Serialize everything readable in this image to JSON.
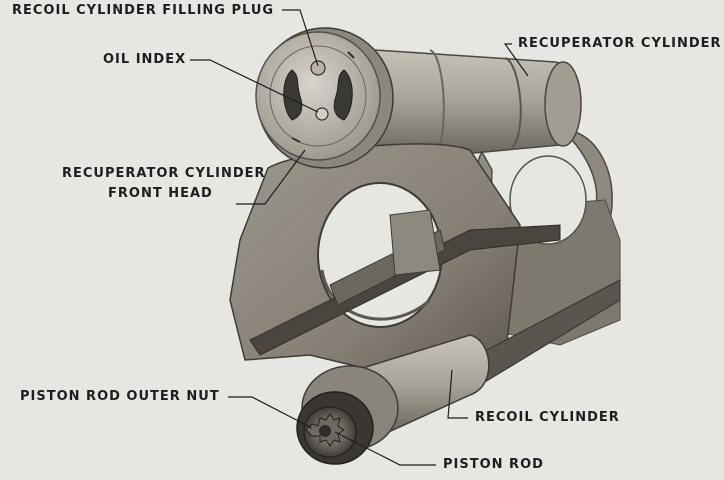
{
  "figure": {
    "labels": {
      "recoil_cylinder_filling_plug": "RECOIL CYLINDER FILLING PLUG",
      "oil_index": "OIL INDEX",
      "recuperator_cylinder": "RECUPERATOR CYLINDER",
      "recuperator_front_head_line1": "RECUPERATOR CYLINDER",
      "recuperator_front_head_line2": "FRONT HEAD",
      "piston_rod_outer_nut": "PISTON ROD OUTER NUT",
      "recoil_cylinder": "RECOIL CYLINDER",
      "piston_rod": "PISTON ROD"
    }
  },
  "colors": {
    "paper": "#e6e6e3",
    "metal_light": "#b5b1a8",
    "metal_mid": "#8a857c",
    "metal_dark": "#3c3a36",
    "leader": "#1e1e1e"
  }
}
